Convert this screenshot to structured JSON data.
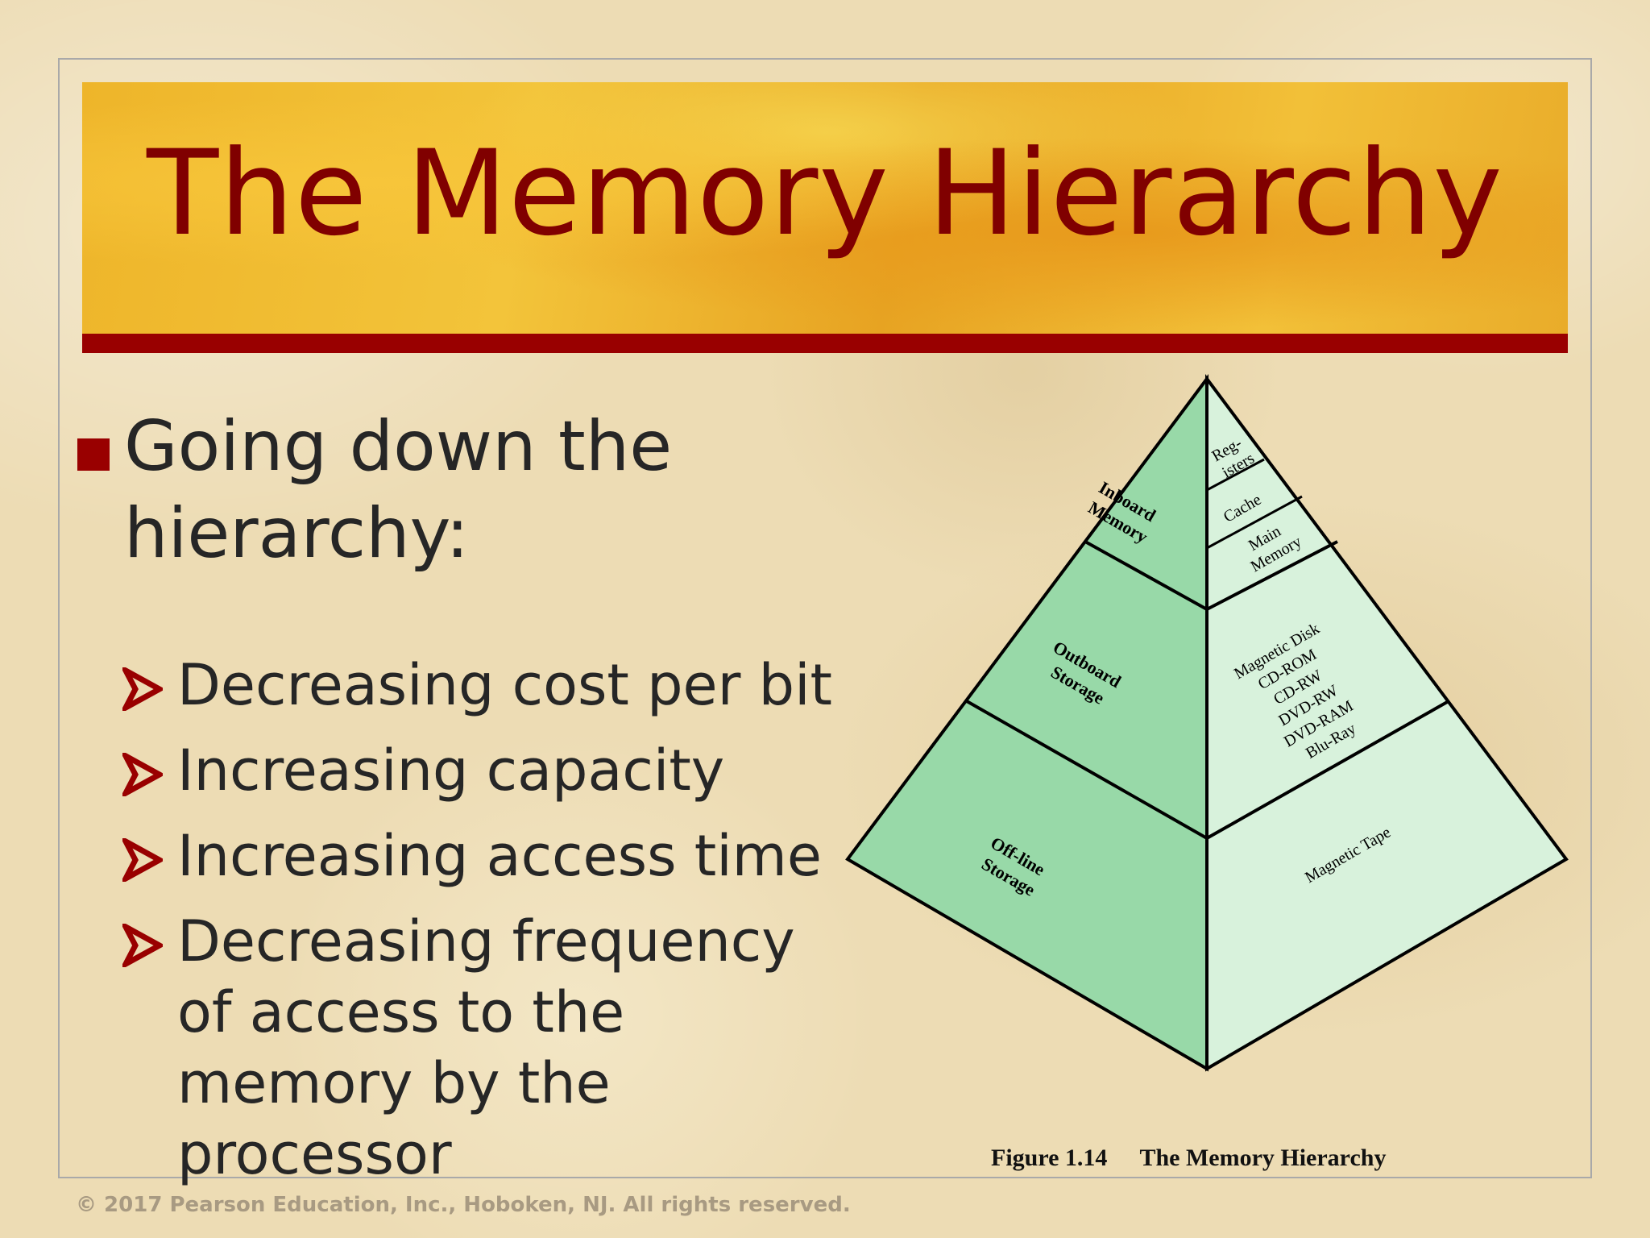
{
  "slide": {
    "title": "The Memory Hierarchy",
    "bullet": "Going down the hierarchy:",
    "sub_bullets": [
      "Decreasing cost per bit",
      "Increasing capacity",
      "Increasing access time",
      "Decreasing frequency of access to the memory by the processor"
    ],
    "copyright": "© 2017 Pearson Education, Inc., Hoboken, NJ. All rights reserved."
  },
  "figure": {
    "caption_number": "Figure 1.14",
    "caption_title": "The Memory Hierarchy",
    "left_face": {
      "inboard": [
        "Inboard",
        "Memory"
      ],
      "outboard": [
        "Outboard",
        "Storage"
      ],
      "offline": [
        "Off-line",
        "Storage"
      ]
    },
    "right_face": {
      "registers": [
        "Reg-",
        "isters"
      ],
      "cache": "Cache",
      "main_memory": [
        "Main",
        "Memory"
      ],
      "outboard_media": [
        "Magnetic Disk",
        "CD-ROM",
        "CD-RW",
        "DVD-RW",
        "DVD-RAM",
        "Blu-Ray"
      ],
      "offline_media": "Magnetic Tape"
    },
    "colors": {
      "left_fill": "#98d9a8",
      "right_fill": "#d8f2dc",
      "stroke": "#000000"
    }
  },
  "colors": {
    "title": "#800000",
    "accent": "#990000",
    "body_text": "#262626"
  }
}
